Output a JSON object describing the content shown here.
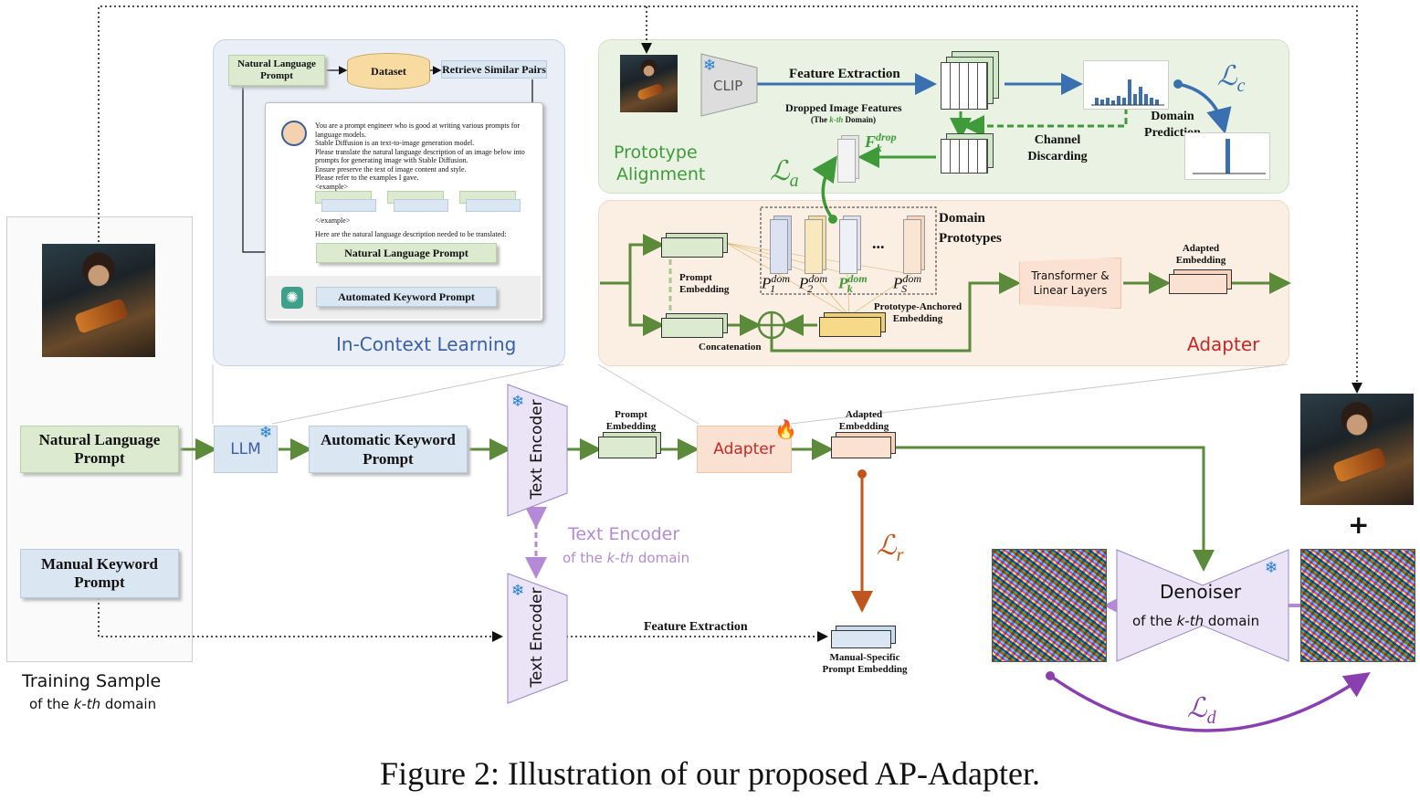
{
  "caption": "Figure 2: Illustration of our proposed AP-Adapter.",
  "training_sample": {
    "title": "Training Sample",
    "subtitle_pre": "of the ",
    "subtitle_k": "k-th",
    "subtitle_post": " domain"
  },
  "natural_language_prompt": "Natural Language Prompt",
  "manual_keyword_prompt": "Manual Keyword Prompt",
  "llm": "LLM",
  "automatic_keyword_prompt": "Automatic Keyword Prompt",
  "text_encoder": "Text Encoder",
  "text_encoder_kth": {
    "title": "Text Encoder",
    "sub_pre": "of the ",
    "sub_k": "k-th",
    "sub_post": " domain"
  },
  "prompt_embedding": "Prompt Embedding",
  "adapter": "Adapter",
  "adapted_embedding": "Adapted Embedding",
  "feature_extraction": "Feature Extraction",
  "manual_specific": "Manual-Specific Prompt Embedding",
  "denoiser": {
    "title": "Denoiser",
    "sub_pre": "of the ",
    "sub_k": "k-th",
    "sub_post": " domain"
  },
  "plus": "+",
  "losses": {
    "c": "c",
    "a": "a",
    "r": "r",
    "d": "d",
    "L": "ℒ"
  },
  "icl": {
    "title": "In-Context Learning",
    "nl_prompt": "Natural Language Prompt",
    "dataset": "Dataset",
    "retrieve": "Retrieve Similar Pairs",
    "instructions": [
      "You are a prompt engineer who is good at writing various prompts for",
      "language models.",
      "Stable Diffusion is an text-to-image generation model.",
      "Please translate the natural language description of an image below into",
      "prompts for generating image with Stable Diffusion.",
      "Ensure preserve the text of image content and style.",
      "Please refer to the examples I gave.",
      "<example>"
    ],
    "example_end": "</example>",
    "here": "Here are the natural language description needed to be translated:",
    "nl_prompt_box": "Natural Language Prompt",
    "auto_keyword": "Automated Keyword Prompt"
  },
  "pa": {
    "title_line1": "Prototype",
    "title_line2": "Alignment",
    "clip": "CLIP",
    "feature_extraction": "Feature Extraction",
    "dropped_title": "Dropped Image Features",
    "dropped_sub_pre": "(The ",
    "dropped_sub_k": "k-th",
    "dropped_sub_post": " Domain)",
    "channel_discarding": "Channel Discarding",
    "domain_prediction": "Domain Prediction",
    "f_main": "F",
    "f_sup": "drop",
    "f_sub": "k"
  },
  "adapter_panel": {
    "title": "Adapter",
    "domain_prototypes": "Domain Prototypes",
    "prompt_embedding": "Prompt Embedding",
    "concatenation": "Concatenation",
    "anchored": "Prototype-Anchored Embedding",
    "transformer": "Transformer & Linear Layers",
    "adapted_embedding": "Adapted Embedding",
    "ellipsis": "...",
    "proto_labels": [
      {
        "main": "P",
        "sup": "dom",
        "sub": "1"
      },
      {
        "main": "P",
        "sup": "dom",
        "sub": "2"
      },
      {
        "main": "P",
        "sup": "dom",
        "sub": "k"
      },
      {
        "main": "P",
        "sup": "dom",
        "sub": "S"
      }
    ]
  },
  "colors": {
    "green_arrow": "#5a8a3a",
    "blue_arrow": "#3a6fb0",
    "orange_arrow": "#c0561e",
    "purple_arrow": "#8a3fb0",
    "adapter_red": "#c62828",
    "icl_blue": "#3b5ea8",
    "pa_green": "#3f9a3a"
  }
}
